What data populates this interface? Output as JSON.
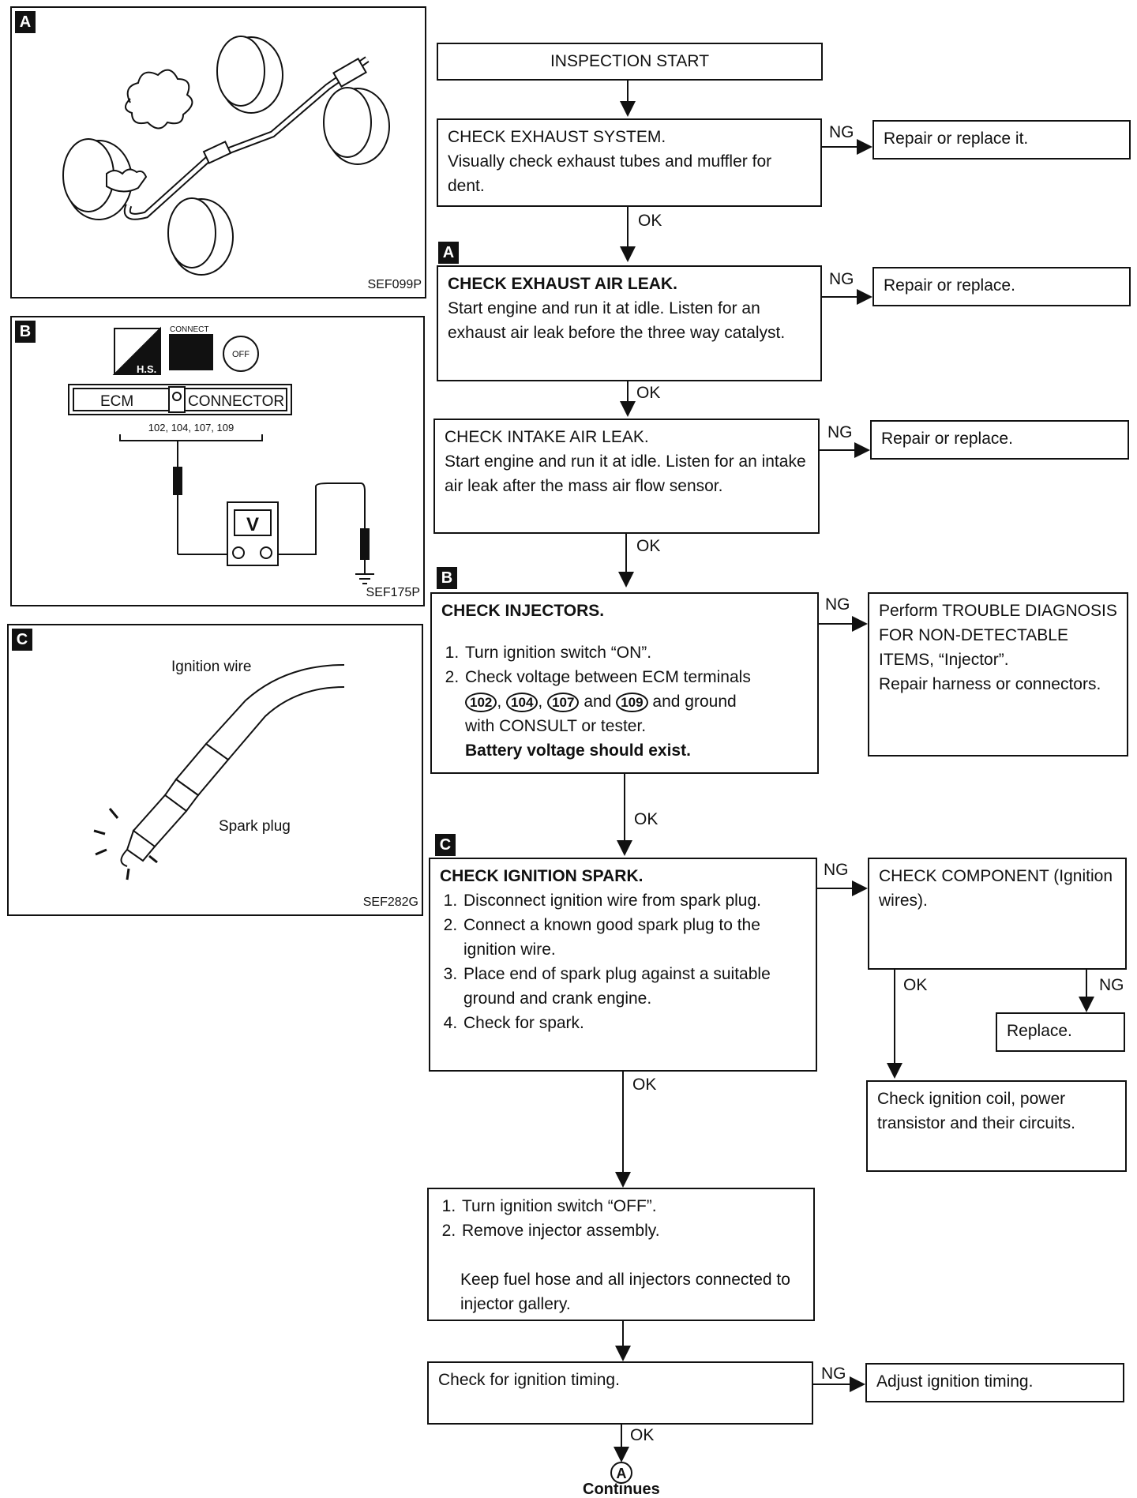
{
  "panels": {
    "a": {
      "tag": "A",
      "code": "SEF099P"
    },
    "b": {
      "tag": "B",
      "code": "SEF175P",
      "hs": "H.S.",
      "connect": "CONNECT",
      "off": "OFF",
      "ecm": "ECM",
      "connector": "CONNECTOR",
      "terminals": "102, 104, 107, 109",
      "meter": "V"
    },
    "c": {
      "tag": "C",
      "code": "SEF282G",
      "ignition_wire": "Ignition wire",
      "spark_plug": "Spark plug"
    }
  },
  "flow": {
    "start": "INSPECTION START",
    "exhaust_system": {
      "title": "CHECK EXHAUST SYSTEM.",
      "body": "Visually check exhaust tubes and muffler for dent."
    },
    "exhaust_ng": "Repair or replace it.",
    "exhaust_leak": {
      "tag": "A",
      "title": "CHECK EXHAUST AIR LEAK.",
      "body": "Start engine and run it at idle. Listen for an exhaust air leak before the three way catalyst."
    },
    "exhaust_leak_ng": "Repair or replace.",
    "intake_leak": {
      "title": "CHECK INTAKE AIR LEAK.",
      "body": "Start engine and run it at idle. Listen for an intake air leak after the mass air flow sensor."
    },
    "intake_leak_ng": "Repair or replace.",
    "injectors": {
      "tag": "B",
      "title": "CHECK INJECTORS.",
      "step1": "Turn ignition switch “ON”.",
      "step2a": "Check voltage between ECM terminals",
      "t1": "102",
      "t2": "104",
      "t3": "107",
      "and": "and",
      "t4": "109",
      "step2b": "and ground",
      "step2c": "with CONSULT or tester.",
      "note": "Battery voltage should exist."
    },
    "injectors_ng": {
      "l1": "Perform TROUBLE DIAGNOSIS FOR NON-DETECTABLE ITEMS, “Injector”.",
      "l2": "Repair harness or connectors."
    },
    "spark": {
      "tag": "C",
      "title": "CHECK IGNITION SPARK.",
      "step1": "Disconnect ignition wire from spark plug.",
      "step2": "Connect a known good spark plug to the ignition wire.",
      "step3": "Place end of spark plug against a suitable ground and crank engine.",
      "step4": "Check for spark."
    },
    "component": "CHECK COMPONENT (Ignition wires).",
    "replace": "Replace.",
    "coil": "Check ignition coil, power transistor and their circuits.",
    "remove": {
      "step1": "Turn ignition switch “OFF”.",
      "step2": "Remove injector assembly.",
      "note": "Keep fuel hose and all injectors connected to injector gallery."
    },
    "timing": "Check for ignition timing.",
    "timing_ng": "Adjust ignition timing.",
    "connector_label": "A",
    "continues": "Continues"
  },
  "labels": {
    "ok": "OK",
    "ng": "NG"
  }
}
